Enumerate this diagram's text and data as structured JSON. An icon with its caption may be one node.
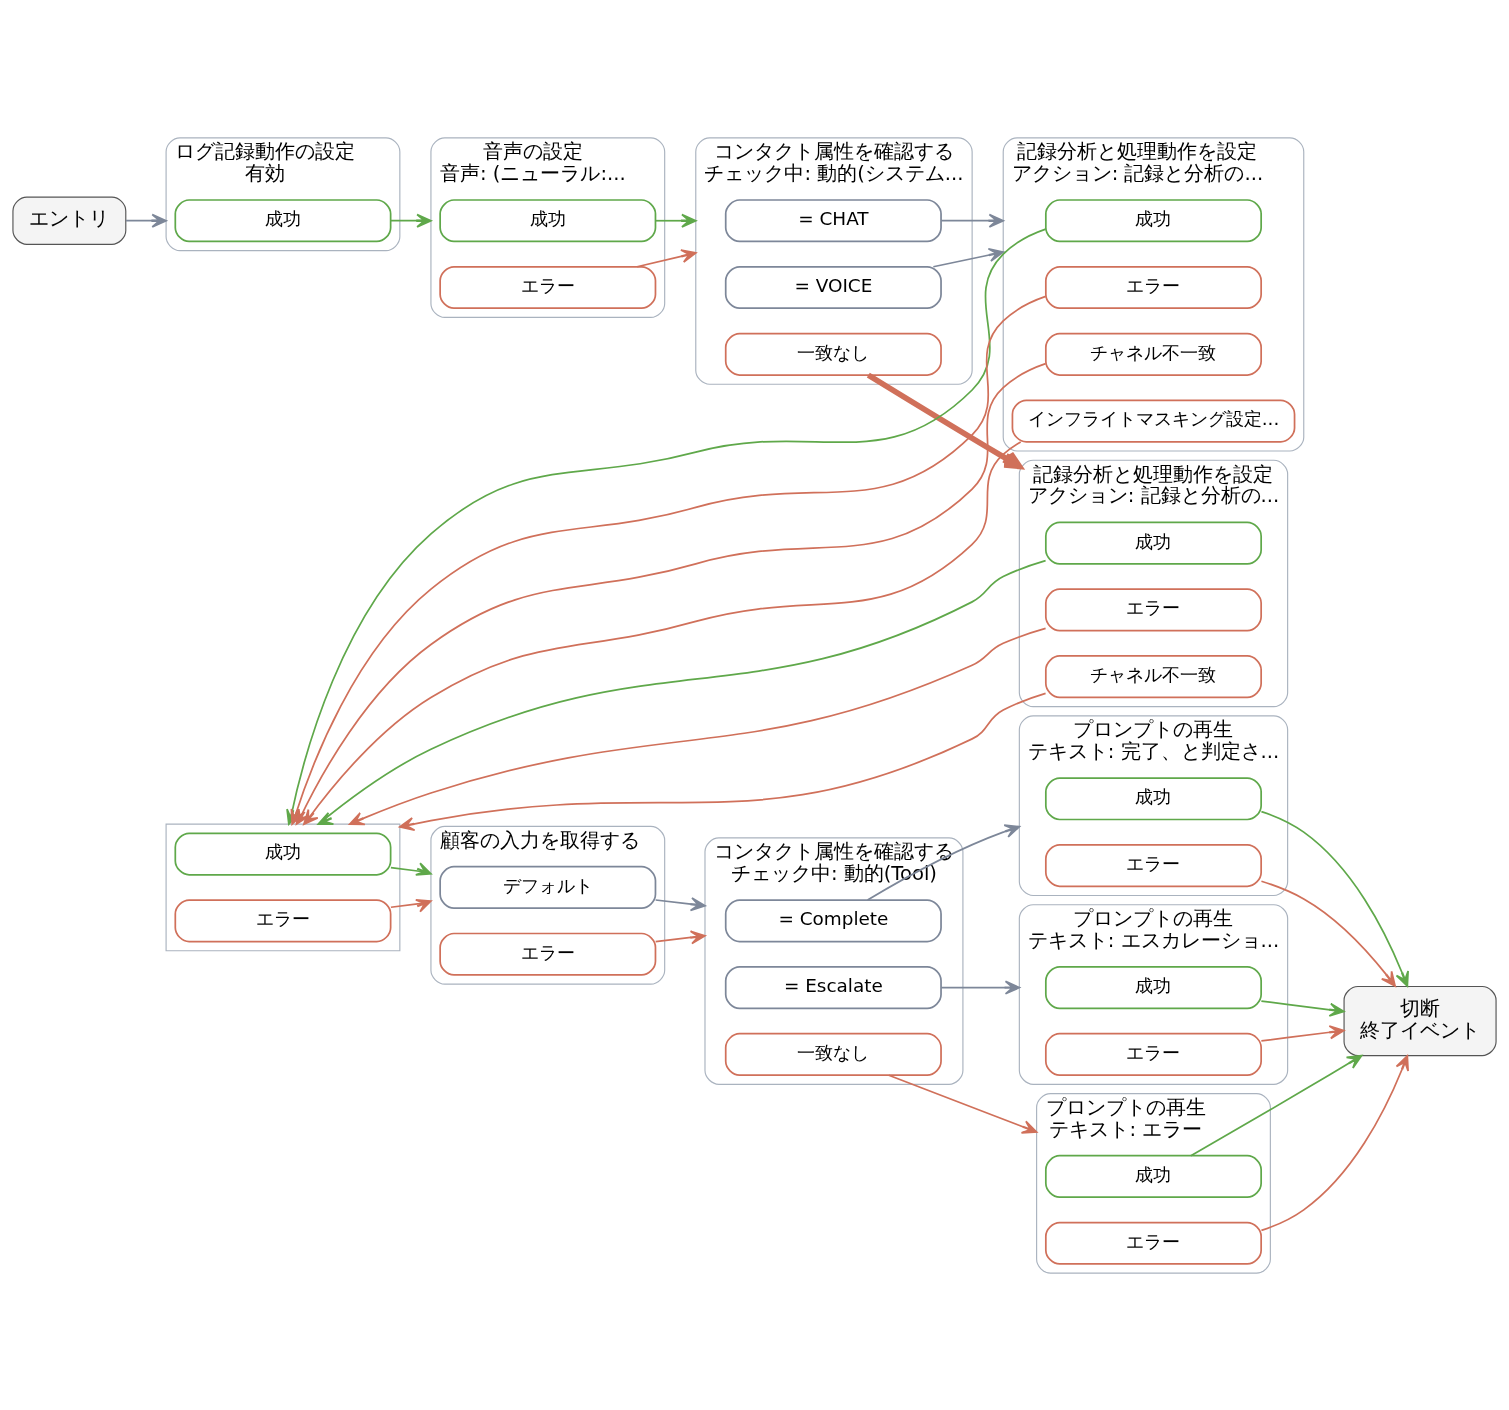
{
  "diagram": {
    "nodes": [
      {
        "text": [
          "エントリ"
        ]
      },
      {
        "text": [
          "ログ記録動作の設定",
          "有効"
        ]
      },
      {
        "text": [
          "成功"
        ],
        "in": 1
      },
      {
        "text": [
          "音声の設定",
          "音声: (ニューラル:..."
        ]
      },
      {
        "text": [
          "成功"
        ],
        "in": 3
      },
      {
        "text": [
          "エラー"
        ],
        "in": 3
      },
      {
        "text": [
          "コンタクト属性を確認する",
          "チェック中: 動的(システム..."
        ]
      },
      {
        "text": [
          "= CHAT"
        ],
        "in": 6
      },
      {
        "text": [
          "= VOICE"
        ],
        "in": 6
      },
      {
        "text": [
          "一致なし"
        ],
        "in": 6
      },
      {
        "text": [
          "記録分析と処理動作を設定",
          "アクション: 記録と分析の..."
        ]
      },
      {
        "text": [
          "成功"
        ],
        "in": 10
      },
      {
        "text": [
          "エラー"
        ],
        "in": 10
      },
      {
        "text": [
          "チャネル不一致"
        ],
        "in": 10
      },
      {
        "text": [
          "インフライトマスキング設定..."
        ],
        "in": 10
      },
      {
        "text": [
          "記録分析と処理動作を設定",
          "アクション: 記録と分析の..."
        ]
      },
      {
        "text": [
          "成功"
        ],
        "in": 15
      },
      {
        "text": [
          "エラー"
        ],
        "in": 15
      },
      {
        "text": [
          "チャネル不一致"
        ],
        "in": 15
      },
      {
        "text": [],
        "shape": "box"
      },
      {
        "text": [
          "成功"
        ],
        "in": 19
      },
      {
        "text": [
          "エラー"
        ],
        "in": 19
      },
      {
        "text": [
          "顧客の入力を取得する"
        ]
      },
      {
        "text": [
          "デフォルト"
        ],
        "in": 22
      },
      {
        "text": [
          "エラー"
        ],
        "in": 22
      },
      {
        "text": [
          "コンタクト属性を確認する",
          "チェック中: 動的(Tool)"
        ]
      },
      {
        "text": [
          "= Complete"
        ],
        "in": 25
      },
      {
        "text": [
          "= Escalate"
        ],
        "in": 25
      },
      {
        "text": [
          "一致なし"
        ],
        "in": 25
      },
      {
        "text": [
          "プロンプトの再生",
          "テキスト: 完了、と判定さ..."
        ]
      },
      {
        "text": [
          "成功"
        ],
        "in": 29
      },
      {
        "text": [
          "エラー"
        ],
        "in": 29
      },
      {
        "text": [
          "プロンプトの再生",
          "テキスト: エスカレーショ..."
        ]
      },
      {
        "text": [
          "成功"
        ],
        "in": 32
      },
      {
        "text": [
          "エラー"
        ],
        "in": 32
      },
      {
        "text": [
          "プロンプトの再生",
          "テキスト: エラー"
        ]
      },
      {
        "text": [
          "成功"
        ],
        "in": 35
      },
      {
        "text": [
          "エラー"
        ],
        "in": 35
      },
      {
        "text": [
          "切断",
          "終了イベント"
        ]
      }
    ],
    "edges": [
      {
        "from": 0,
        "to": 1,
        "arrow": "to",
        "color": "#7d8799"
      },
      {
        "from": 2,
        "to": 3,
        "arrow": "to",
        "color": "#5fa84a"
      },
      {
        "from": 4,
        "to": 6,
        "arrow": "to",
        "color": "#5fa84a"
      },
      {
        "from": 5,
        "to": 6,
        "arrow": "to"
      },
      {
        "from": 7,
        "to": 10,
        "arrow": "to",
        "color": "#7d8799"
      },
      {
        "from": 8,
        "to": 10,
        "arrow": "to",
        "color": "#7d8799"
      },
      {
        "from": 9,
        "to": 15,
        "arrow": "to",
        "style": "thick"
      },
      {
        "from": 11,
        "to": 19,
        "arrow": "to",
        "color": "#5fa84a"
      },
      {
        "from": 12,
        "to": 19,
        "arrow": "to"
      },
      {
        "from": 13,
        "to": 19,
        "arrow": "to"
      },
      {
        "from": 14,
        "to": 19,
        "arrow": "to"
      },
      {
        "from": 16,
        "to": 19,
        "arrow": "to",
        "color": "#5fa84a"
      },
      {
        "from": 17,
        "to": 19,
        "arrow": "to"
      },
      {
        "from": 18,
        "to": 19,
        "arrow": "to"
      },
      {
        "from": 20,
        "to": 22,
        "arrow": "to",
        "color": "#5fa84a"
      },
      {
        "from": 21,
        "to": 22,
        "arrow": "to"
      },
      {
        "from": 23,
        "to": 25,
        "arrow": "to",
        "color": "#7d8799"
      },
      {
        "from": 24,
        "to": 25,
        "arrow": "to"
      },
      {
        "from": 26,
        "to": 29,
        "arrow": "to",
        "color": "#7d8799"
      },
      {
        "from": 27,
        "to": 32,
        "arrow": "to",
        "color": "#7d8799"
      },
      {
        "from": 28,
        "to": 35,
        "arrow": "to"
      },
      {
        "from": 30,
        "to": 38,
        "arrow": "to",
        "color": "#5fa84a"
      },
      {
        "from": 31,
        "to": 38,
        "arrow": "to"
      },
      {
        "from": 33,
        "to": 38,
        "arrow": "to",
        "color": "#5fa84a"
      },
      {
        "from": 34,
        "to": 38,
        "arrow": "to"
      },
      {
        "from": 36,
        "to": 38,
        "arrow": "to",
        "color": "#5fa84a"
      },
      {
        "from": 37,
        "to": 38,
        "arrow": "to"
      }
    ]
  }
}
